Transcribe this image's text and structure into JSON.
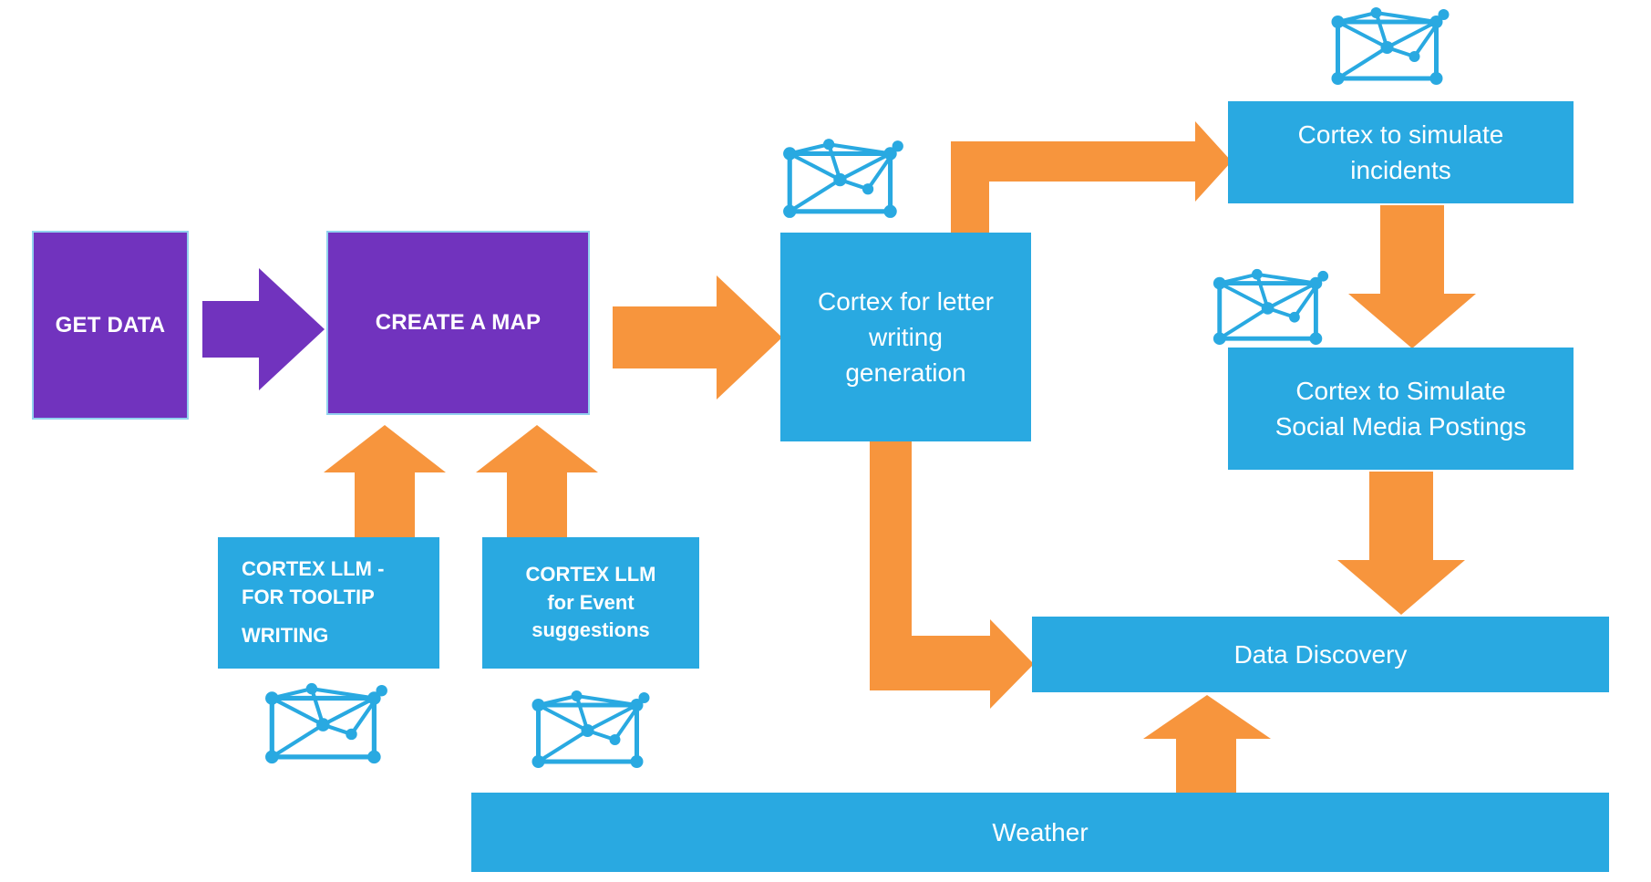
{
  "colors": {
    "purple": "#7133BE",
    "orange": "#F7953D",
    "blue": "#29A9E1",
    "box_border": "#92D1EE",
    "background": "#FFFFFF",
    "text": "#FFFFFF"
  },
  "boxes": {
    "get_data": "GET DATA",
    "create_map": "CREATE A MAP",
    "letter_writing": "Cortex for letter\nwriting\ngeneration",
    "simulate_incidents": "Cortex to simulate\nincidents",
    "social_media": "Cortex to Simulate\nSocial Media Postings",
    "data_discovery": "Data Discovery",
    "weather": "Weather",
    "tooltip_llm": {
      "title": "CORTEX LLM -\nFOR TOOLTIP",
      "subtitle": "WRITING"
    },
    "event_llm": "CORTEX LLM\nfor Event\nsuggestions"
  },
  "icons": {
    "network": "network-graph-icon"
  }
}
